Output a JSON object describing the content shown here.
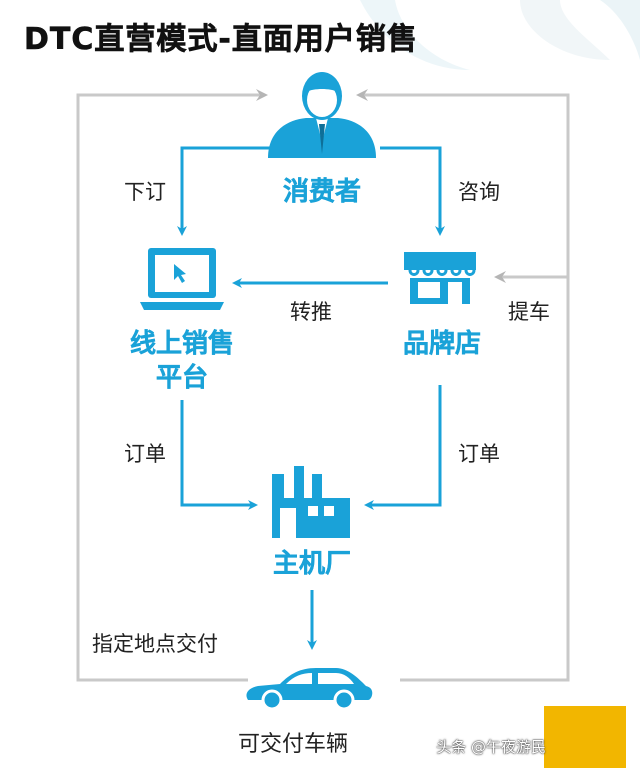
{
  "title": "DTC直营模式-直面用户销售",
  "nodes": {
    "consumer": "消费者",
    "online_platform_line1": "线上销售",
    "online_platform_line2": "平台",
    "brand_store": "品牌店",
    "oem": "主机厂",
    "vehicle": "可交付车辆"
  },
  "edges": {
    "order_online": "下订",
    "consult": "咨询",
    "refer": "转推",
    "pickup": "提车",
    "order_left": "订单",
    "order_right": "订单",
    "deliver_at_location": "指定地点交付"
  },
  "watermark": {
    "text": "头条 @午夜游民"
  },
  "colors": {
    "accent": "#1aa2d8",
    "frame_line": "#c9c9c9",
    "title": "#111111",
    "watermark_bg": "#f2b600"
  }
}
